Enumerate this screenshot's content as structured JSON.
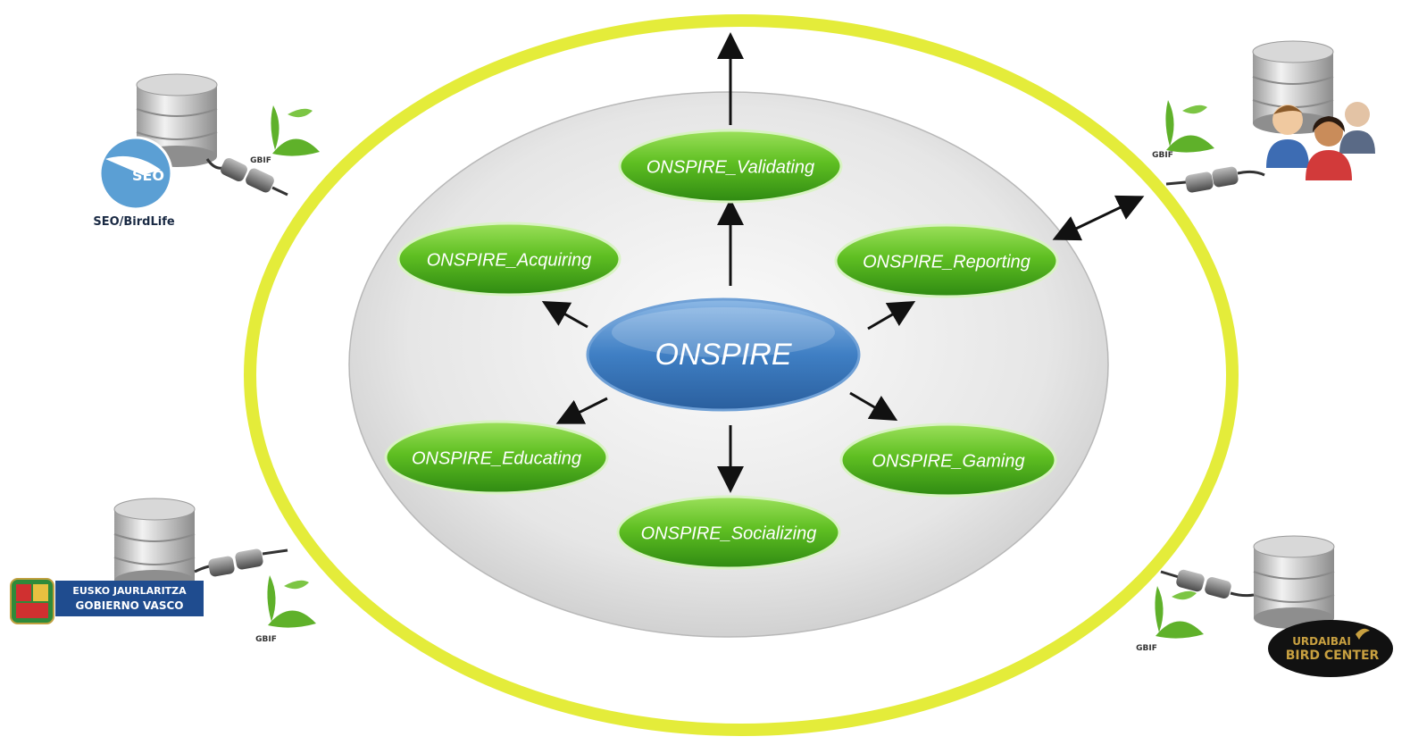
{
  "hub": {
    "label": "ONSPIRE"
  },
  "modules": [
    {
      "id": "validating",
      "label": "ONSPIRE_Validating"
    },
    {
      "id": "acquiring",
      "label": "ONSPIRE_Acquiring"
    },
    {
      "id": "reporting",
      "label": "ONSPIRE_Reporting"
    },
    {
      "id": "educating",
      "label": "ONSPIRE_Educating"
    },
    {
      "id": "gaming",
      "label": "ONSPIRE_Gaming"
    },
    {
      "id": "socializing",
      "label": "ONSPIRE_Socializing"
    }
  ],
  "external_sources": {
    "seo": {
      "logo_text": "SEO",
      "caption": "SEO/BirdLife"
    },
    "gbif_label": "GBIF",
    "basque_gov": {
      "line1": "EUSKO JAURLARITZA",
      "line2": "GOBIERNO VASCO"
    },
    "urdaibai": {
      "line1": "URDAIBAI",
      "line2": "BIRD CENTER"
    }
  },
  "colors": {
    "outer_ring": "#e4ec3a",
    "module_fill": "#5fbf22",
    "hub_fill": "#3f7fc4",
    "inner_disc": "#e8e8e8"
  }
}
